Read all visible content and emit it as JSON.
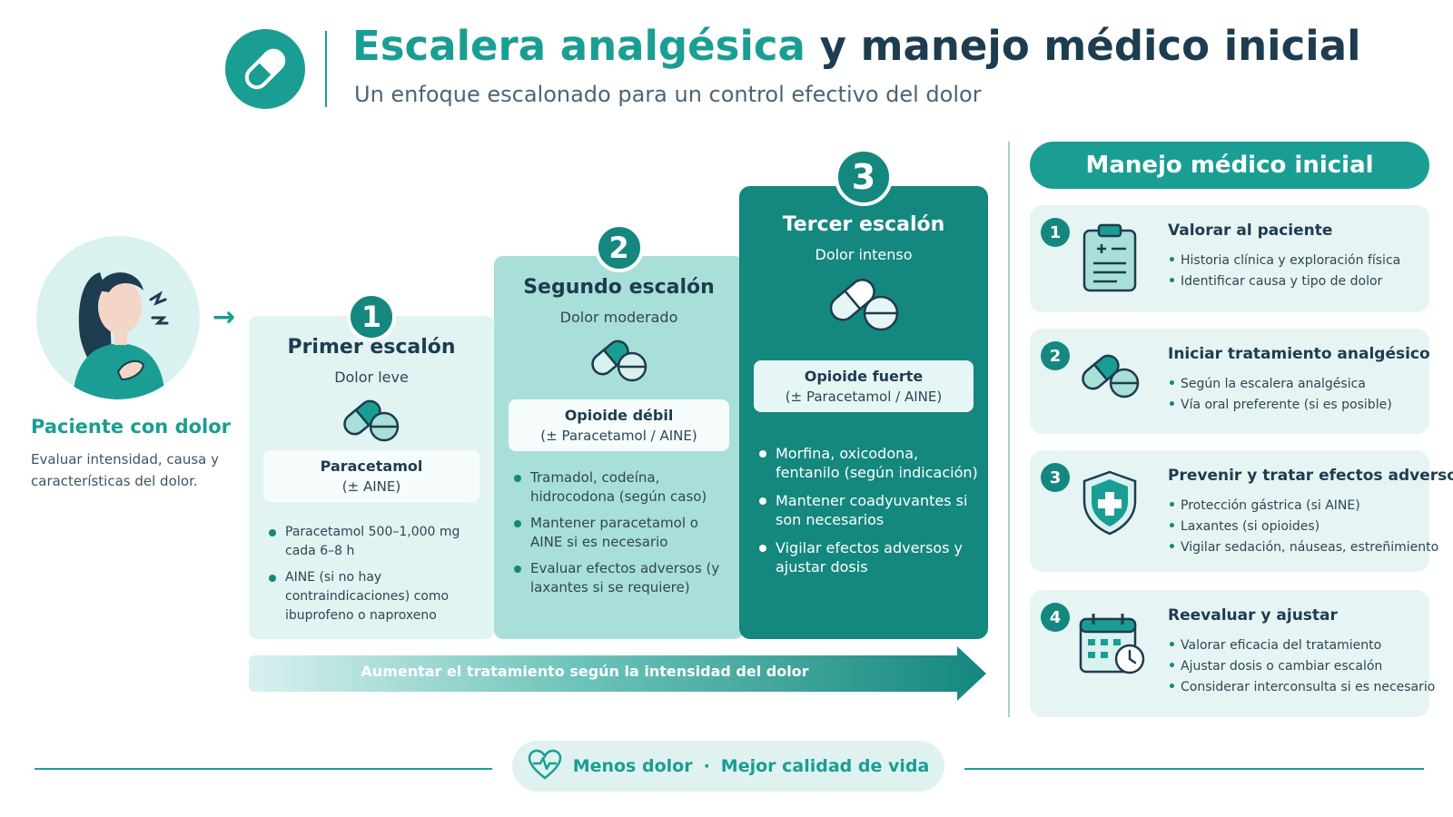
{
  "header": {
    "title_part1": "Escalera analgésica",
    "title_part2": "y manejo médico inicial",
    "subtitle": "Un enfoque escalonado para un control efectivo del dolor"
  },
  "patient": {
    "title": "Paciente con dolor",
    "description": "Evaluar intensidad, causa y características del dolor.",
    "arrow": "→"
  },
  "steps": [
    {
      "number": "1",
      "title": "Primer escalón",
      "subtitle": "Dolor leve",
      "drug": "Paracetamol",
      "drug_note": "(± AINE)",
      "bullets": [
        "Paracetamol 500–1,000 mg cada 6–8 h",
        "AINE (si no hay contraindicaciones) como ibuprofeno o naproxeno"
      ]
    },
    {
      "number": "2",
      "title": "Segundo escalón",
      "subtitle": "Dolor moderado",
      "drug": "Opioide débil",
      "drug_note": "(± Paracetamol / AINE)",
      "bullets": [
        "Tramadol, codeína, hidrocodona (según caso)",
        "Mantener paracetamol o AINE si es necesario",
        "Evaluar efectos adversos (y laxantes si se requiere)"
      ]
    },
    {
      "number": "3",
      "title": "Tercer escalón",
      "subtitle": "Dolor intenso",
      "drug": "Opioide fuerte",
      "drug_note": "(± Paracetamol / AINE)",
      "bullets": [
        "Morfina, oxicodona, fentanilo (según indicación)",
        "Mantener coadyuvantes si son necesarios",
        "Vigilar efectos adversos y ajustar dosis"
      ]
    }
  ],
  "progress_label": "Aumentar el tratamiento según la intensidad del dolor",
  "panel": {
    "header": "Manejo médico inicial",
    "cards": [
      {
        "number": "1",
        "icon": "clipboard-icon",
        "title": "Valorar al paciente",
        "bullets": [
          "Historia clínica y exploración física",
          "Identificar causa y tipo de dolor"
        ]
      },
      {
        "number": "2",
        "icon": "pills-icon",
        "title": "Iniciar tratamiento analgésico",
        "bullets": [
          "Según la escalera analgésica",
          "Vía oral preferente (si es posible)"
        ]
      },
      {
        "number": "3",
        "icon": "shield-cross-icon",
        "title": "Prevenir y tratar efectos adversos",
        "bullets": [
          "Protección gástrica (si AINE)",
          "Laxantes (si opioides)",
          "Vigilar sedación, náuseas, estreñimiento"
        ]
      },
      {
        "number": "4",
        "icon": "calendar-clock-icon",
        "title": "Reevaluar y ajustar",
        "bullets": [
          "Valorar eficacia del tratamiento",
          "Ajustar dosis o cambiar escalón",
          "Considerar interconsulta si es necesario"
        ]
      }
    ]
  },
  "footer": {
    "left": "Menos dolor",
    "separator": "·",
    "right": "Mejor calidad de vida"
  },
  "colors": {
    "accent": "#1a9e93",
    "dark_teal": "#14877e",
    "navy": "#1d3c50",
    "step1_bg": "#e1f4f2",
    "step2_bg": "#a9dfd9"
  }
}
